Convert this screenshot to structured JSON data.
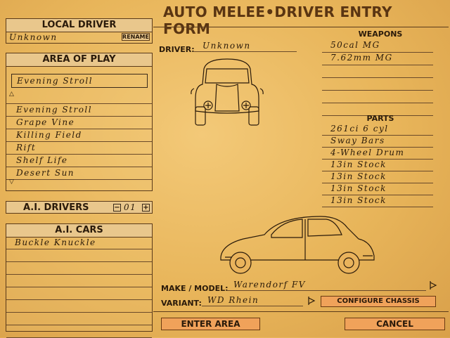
{
  "title": "AUTO MELEE•DRIVER ENTRY FORM",
  "local_driver": {
    "header": "LOCAL DRIVER",
    "name": "Unknown",
    "rename": "RENAME"
  },
  "area_of_play": {
    "header": "AREA OF PLAY",
    "selected": "Evening Stroll",
    "items": [
      "Evening Stroll",
      "Grape Vine",
      "Killing Field",
      "Rift",
      "Shelf Life",
      "Desert Sun"
    ]
  },
  "ai_drivers": {
    "label": "A.I. DRIVERS",
    "count": "01",
    "minus": "−",
    "plus": "+"
  },
  "ai_cars": {
    "header": "A.I. CARS",
    "items": [
      "Buckle Knuckle"
    ]
  },
  "driver": {
    "label": "DRIVER:",
    "name": "Unknown"
  },
  "weapons": {
    "header": "WEAPONS",
    "items": [
      "50cal MG",
      "7.62mm MG",
      "",
      "",
      "",
      ""
    ]
  },
  "parts": {
    "header": "PARTS",
    "items": [
      "261ci 6 cyl",
      "Sway Bars",
      "4-Wheel Drum",
      "13in Stock",
      "13in Stock",
      "13in Stock",
      "13in Stock"
    ]
  },
  "make_model": {
    "label": "MAKE / MODEL:",
    "value": "Warendorf FV"
  },
  "variant": {
    "label": "VARIANT:",
    "value": "WD Rhein"
  },
  "buttons": {
    "configure": "CONFIGURE CHASSIS",
    "enter": "ENTER AREA",
    "cancel": "CANCEL"
  },
  "colors": {
    "paper": "#e8b55a",
    "button": "#f0a25a",
    "ink": "#2a1a0a",
    "title": "#5a3512"
  }
}
